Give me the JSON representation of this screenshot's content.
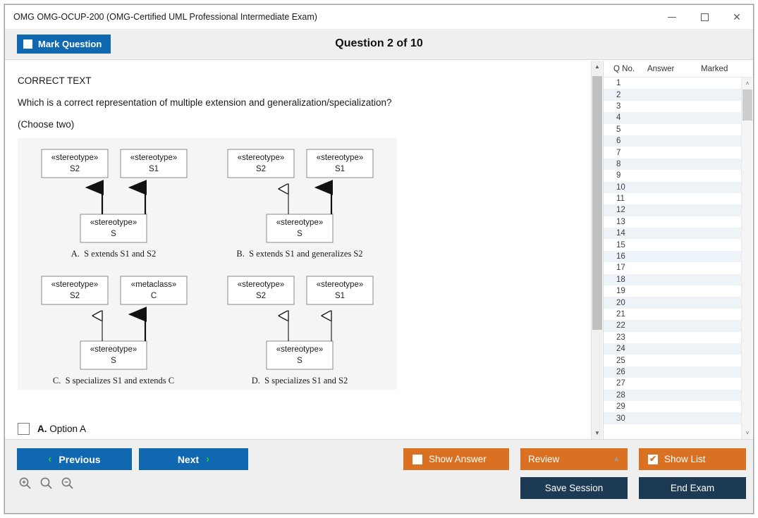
{
  "window": {
    "title": "OMG OMG-OCUP-200 (OMG-Certified UML Professional Intermediate Exam)",
    "minimize_icon": "minimize-icon",
    "maximize_icon": "maximize-icon",
    "close_icon": "close-icon",
    "close_glyph": "✕"
  },
  "header": {
    "mark_label": "Mark Question",
    "question_title": "Question 2 of 10"
  },
  "question": {
    "kind": "CORRECT TEXT",
    "stem": "Which is a correct representation of multiple extension and generalization/specialization?",
    "instruction": "(Choose two)"
  },
  "figure": {
    "stereotype": "«stereotype»",
    "metaclass": "«metaclass»",
    "s": "S",
    "s1": "S1",
    "s2": "S2",
    "c": "C",
    "caption_a": "A.  S extends S1 and S2",
    "caption_b": "B.  S extends S1 and generalizes S2",
    "caption_c": "C.  S specializes S1 and extends C",
    "caption_d": "D.  S specializes S1 and S2"
  },
  "option": {
    "letter": "A.",
    "text": "Option A"
  },
  "list": {
    "headers": {
      "q_no": "Q No.",
      "answer": "Answer",
      "marked": "Marked"
    },
    "rows": [
      {
        "no": "1",
        "answer": "",
        "marked": ""
      },
      {
        "no": "2",
        "answer": "",
        "marked": ""
      },
      {
        "no": "3",
        "answer": "",
        "marked": ""
      },
      {
        "no": "4",
        "answer": "",
        "marked": ""
      },
      {
        "no": "5",
        "answer": "",
        "marked": ""
      },
      {
        "no": "6",
        "answer": "",
        "marked": ""
      },
      {
        "no": "7",
        "answer": "",
        "marked": ""
      },
      {
        "no": "8",
        "answer": "",
        "marked": ""
      },
      {
        "no": "9",
        "answer": "",
        "marked": ""
      },
      {
        "no": "10",
        "answer": "",
        "marked": ""
      },
      {
        "no": "11",
        "answer": "",
        "marked": ""
      },
      {
        "no": "12",
        "answer": "",
        "marked": ""
      },
      {
        "no": "13",
        "answer": "",
        "marked": ""
      },
      {
        "no": "14",
        "answer": "",
        "marked": ""
      },
      {
        "no": "15",
        "answer": "",
        "marked": ""
      },
      {
        "no": "16",
        "answer": "",
        "marked": ""
      },
      {
        "no": "17",
        "answer": "",
        "marked": ""
      },
      {
        "no": "18",
        "answer": "",
        "marked": ""
      },
      {
        "no": "19",
        "answer": "",
        "marked": ""
      },
      {
        "no": "20",
        "answer": "",
        "marked": ""
      },
      {
        "no": "21",
        "answer": "",
        "marked": ""
      },
      {
        "no": "22",
        "answer": "",
        "marked": ""
      },
      {
        "no": "23",
        "answer": "",
        "marked": ""
      },
      {
        "no": "24",
        "answer": "",
        "marked": ""
      },
      {
        "no": "25",
        "answer": "",
        "marked": ""
      },
      {
        "no": "26",
        "answer": "",
        "marked": ""
      },
      {
        "no": "27",
        "answer": "",
        "marked": ""
      },
      {
        "no": "28",
        "answer": "",
        "marked": ""
      },
      {
        "no": "29",
        "answer": "",
        "marked": ""
      },
      {
        "no": "30",
        "answer": "",
        "marked": ""
      }
    ]
  },
  "footer": {
    "previous_label": "Previous",
    "next_label": "Next",
    "prev_chevron": "‹",
    "next_chevron": "›",
    "show_answer_label": "Show Answer",
    "review_label": "Review",
    "review_chevron": "▲",
    "show_list_label": "Show List",
    "show_list_check": "✔",
    "save_session_label": "Save Session",
    "end_exam_label": "End Exam",
    "zoom_in_icon": "zoom-in-icon",
    "zoom_reset_icon": "zoom-reset-icon",
    "zoom_out_icon": "zoom-out-icon"
  },
  "scrollbars": {
    "up_glyph": "▲",
    "down_glyph": "▼",
    "inner_up_glyph": "˄",
    "inner_down_glyph": "˅"
  },
  "colors": {
    "primary_blue": "#1068b0",
    "orange": "#da7022",
    "navy": "#1d3a54",
    "green_chevron": "#2ec52e",
    "figure_bg": "#f5f5f5",
    "row_alt": "#eef3f8"
  }
}
